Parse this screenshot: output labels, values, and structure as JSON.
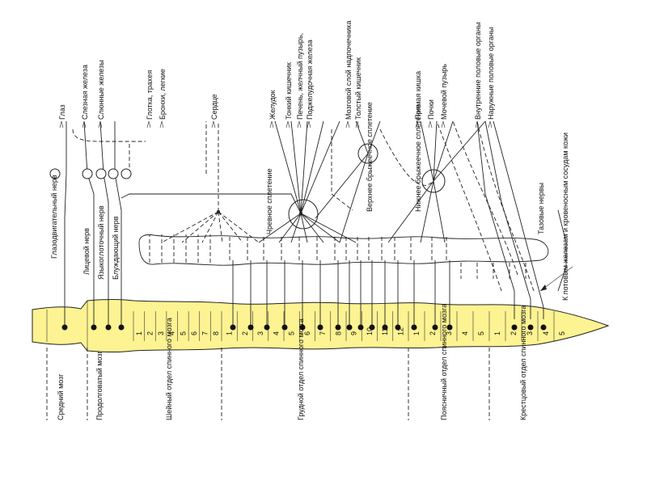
{
  "organs": [
    "Глаз",
    "Слезная железа",
    "Слюнные железы",
    "Глотка, трахея",
    "Бронхи, легкие",
    "Сердце",
    "Желудок",
    "Тонкий кишечник",
    "Печень, желчный пузырь,",
    "Поджелудочная железа",
    "Мозговой слой надпочечника",
    "Толстый кишечник",
    "Прямая кишка",
    "Почки",
    "Мочевой пузырь",
    "Внутренние половые органы",
    "Наружные половые органы"
  ],
  "nerves": [
    "Глазодвигательный нерв",
    "Лицевой нерв",
    "Языкоглоточный нерв",
    "Блуждающий нерв"
  ],
  "plexuses": [
    "Чревное сплетение",
    "Верхнее брыжеечное сплетение",
    "Нижнее брыжеечное сплетение"
  ],
  "notes": {
    "sweat": "К потовым железам и кровеносным сосудам кожи",
    "pelvic": "Тазовые нервы"
  },
  "regions": [
    "Средний мозг",
    "Продолговатый мозг",
    "Шейный отдел спинного мозга",
    "Грудной отдел спинного мозга",
    "Поясничный отдел спинного мозга",
    "Крестцовый отдел спинного мозга"
  ],
  "segments": {
    "cervical": [
      "1",
      "2",
      "3",
      "4",
      "5",
      "6",
      "7",
      "8"
    ],
    "thoracic": [
      "1",
      "2",
      "3",
      "4",
      "5",
      "6",
      "7",
      "8",
      "9",
      "10",
      "11",
      "12"
    ],
    "lumbar": [
      "1",
      "2",
      "3",
      "4",
      "5"
    ],
    "sacral": [
      "1",
      "2",
      "3",
      "4",
      "5"
    ]
  },
  "colors": {
    "cord": "#fdf392",
    "outline": "#222222"
  }
}
